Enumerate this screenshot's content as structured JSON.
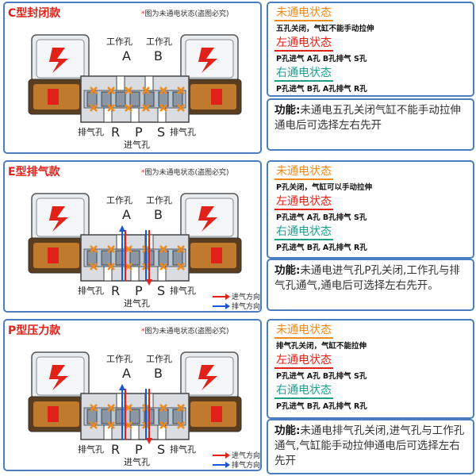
{
  "note_star": "*",
  "note_text": "图为未通电状态(盗图必究)",
  "labels": {
    "work_port": "工作孔",
    "a": "A",
    "b": "B",
    "exhaust": "排气孔",
    "r": "R",
    "p": "P",
    "s": "S",
    "inlet": "进气孔",
    "legend_in": "进气方向",
    "legend_out": "排气方向"
  },
  "sections": [
    {
      "title": "C型封闭款",
      "status": [
        {
          "head": "未通电状态",
          "desc": "五孔关闭，气缸不能手动拉伸",
          "color": "orange"
        },
        {
          "head": "左通电状态",
          "desc": "P孔进气 A孔 B孔排气 S孔",
          "color": "red"
        },
        {
          "head": "右通电状态",
          "desc": "P孔进气 B孔 A孔排气 R孔",
          "color": "teal"
        }
      ],
      "function_label": "功能:",
      "function_text": "未通电五孔关闭气缸不能手动拉伸通电后可选择左右先开"
    },
    {
      "title": "E型排气款",
      "status": [
        {
          "head": "未通电状态",
          "desc": "P孔关闭，气缸可以手动拉伸",
          "color": "orange"
        },
        {
          "head": "左通电状态",
          "desc": "P孔进气 A孔 B孔排气 S孔",
          "color": "red"
        },
        {
          "head": "右通电状态",
          "desc": "P孔进气 B孔 A孔排气 R孔",
          "color": "teal"
        }
      ],
      "function_label": "功能:",
      "function_text": "未通电进气孔P孔关闭,工作孔与排气孔通气,通电后可选择左右先开。"
    },
    {
      "title": "P型压力款",
      "status": [
        {
          "head": "未通电状态",
          "desc": "排气孔关闭，气缸不能拉伸",
          "color": "orange"
        },
        {
          "head": "左通电状态",
          "desc": "P孔进气 A孔 B孔排气 S孔",
          "color": "red"
        },
        {
          "head": "右通电状态",
          "desc": "P孔进气 B孔 A孔排气 R孔",
          "color": "teal"
        }
      ],
      "function_label": "功能:",
      "function_text": "未通电排气孔关闭,进气孔与工作孔通气,气缸能手动拉伸通电后可选择左右先开"
    }
  ]
}
